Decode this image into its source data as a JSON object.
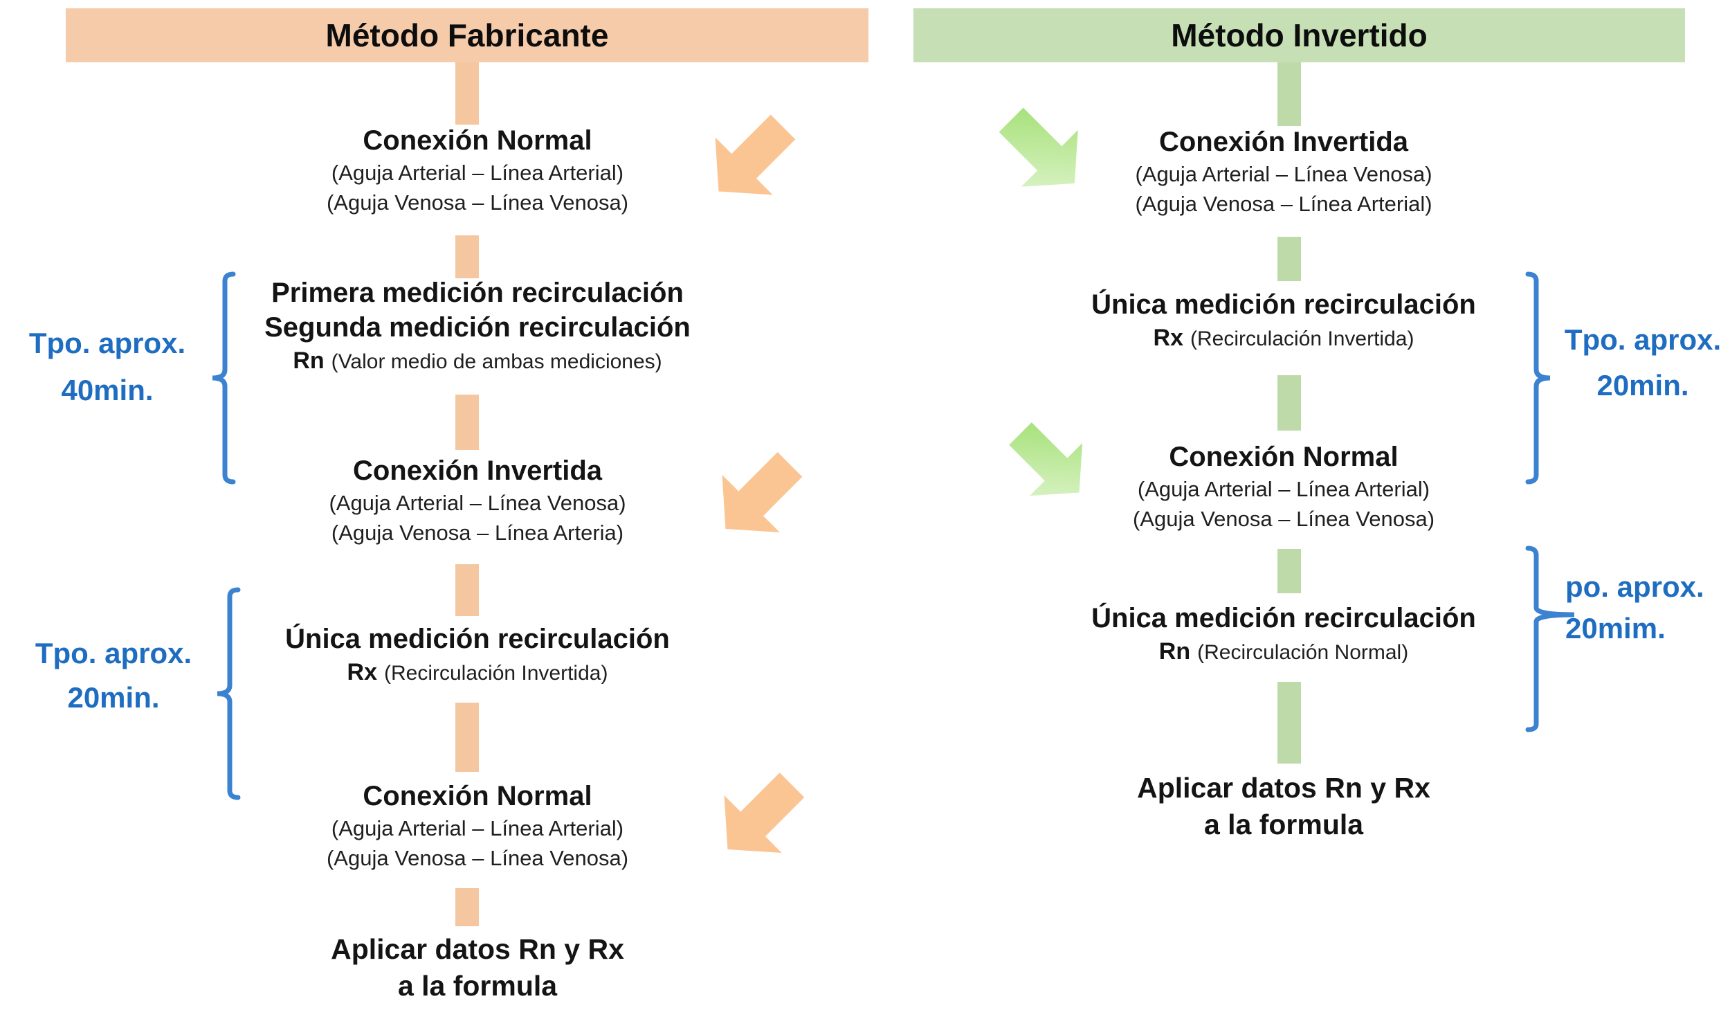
{
  "left": {
    "header": "Método Fabricante",
    "step1": {
      "title": "Conexión Normal",
      "sub1": "(Aguja Arterial – Línea Arterial)",
      "sub2": "(Aguja Venosa – Línea Venosa)"
    },
    "step2": {
      "line1": "Primera medición recirculación",
      "line2": "Segunda medición recirculación",
      "rn": "Rn",
      "rn_note": "(Valor medio de ambas mediciones)"
    },
    "step3": {
      "title": "Conexión Invertida",
      "sub1": "(Aguja Arterial – Línea Venosa)",
      "sub2": "(Aguja Venosa – Línea Arteria)"
    },
    "step4": {
      "title": "Única medición recirculación",
      "rn": "Rx",
      "rn_note": "(Recirculación Invertida)"
    },
    "step5": {
      "title": "Conexión Normal",
      "sub1": "(Aguja Arterial – Línea Arterial)",
      "sub2": "(Aguja Venosa – Línea Venosa)"
    },
    "final": {
      "line1": "Aplicar datos Rn y Rx",
      "line2": "a la formula"
    },
    "bracket1": {
      "line1": "Tpo. aprox.",
      "line2": "40min."
    },
    "bracket2": {
      "line1": "Tpo. aprox.",
      "line2": "20min."
    }
  },
  "right": {
    "header": "Método Invertido",
    "step1": {
      "title": "Conexión Invertida",
      "sub1": "(Aguja Arterial – Línea Venosa)",
      "sub2": "(Aguja Venosa – Línea Arterial)"
    },
    "step2": {
      "title": "Única medición recirculación",
      "rn": "Rx",
      "rn_note": "(Recirculación Invertida)"
    },
    "step3": {
      "title": "Conexión Normal",
      "sub1": "(Aguja Arterial – Línea Arterial)",
      "sub2": "(Aguja Venosa – Línea Venosa)"
    },
    "step4": {
      "title": "Única medición recirculación",
      "rn": "Rn",
      "rn_note": "(Recirculación Normal)"
    },
    "final": {
      "line1": "Aplicar datos Rn y Rx",
      "line2": "a la formula"
    },
    "bracket1": {
      "line1": "Tpo. aprox.",
      "line2": "20min."
    },
    "bracket2": {
      "line1": "po. aprox.",
      "line2": "20mim."
    }
  },
  "colors": {
    "manufacturer_header": "#f6cbaa",
    "manufacturer_connector": "#f4c7a1",
    "manufacturer_arrow": "#fbc593",
    "inverted_header": "#c6dfb5",
    "inverted_connector": "#bedaa9",
    "inverted_arrow_dark": "#9ede6d",
    "inverted_arrow_light": "#e3f6d4",
    "time_label_blue": "#1e6dc0",
    "text": "#141414"
  }
}
